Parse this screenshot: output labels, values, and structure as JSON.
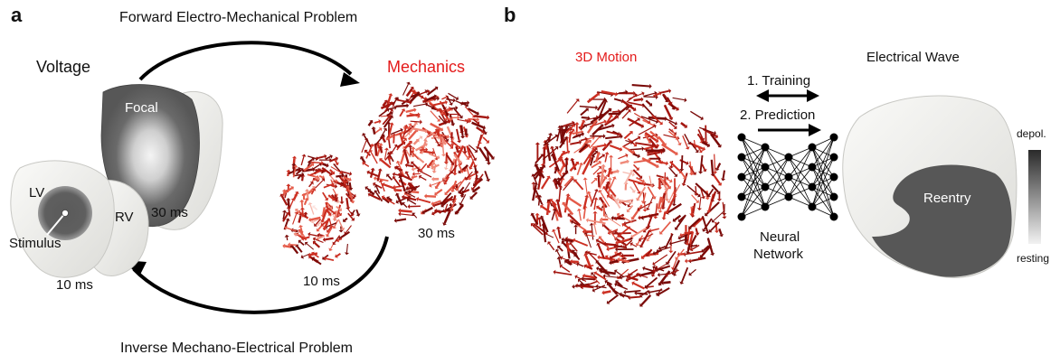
{
  "panel_a": {
    "label": "a",
    "forward_title": "Forward Electro-Mechanical Problem",
    "inverse_title": "Inverse Mechano-Electrical Problem",
    "voltage_label": "Voltage",
    "mechanics_label": "Mechanics",
    "focal_label": "Focal",
    "lv_label": "LV",
    "rv_label": "RV",
    "stimulus_label": "Stimulus",
    "time_voltage_back": "30 ms",
    "time_voltage_front": "10 ms",
    "time_mech_small": "10 ms",
    "time_mech_large": "30 ms"
  },
  "panel_b": {
    "label": "b",
    "motion_label": "3D Motion",
    "wave_label": "Electrical Wave",
    "step1": "1. Training",
    "step2": "2. Prediction",
    "network_line1": "Neural",
    "network_line2": "Network",
    "reentry_label": "Reentry",
    "colorbar_top": "depol.",
    "colorbar_bottom": "resting"
  },
  "colors": {
    "accent_red": "#e41b1b",
    "arrow_dark_red": "#8b0b0b",
    "mesh_light": "#ececea",
    "depolarized": "#505050"
  }
}
